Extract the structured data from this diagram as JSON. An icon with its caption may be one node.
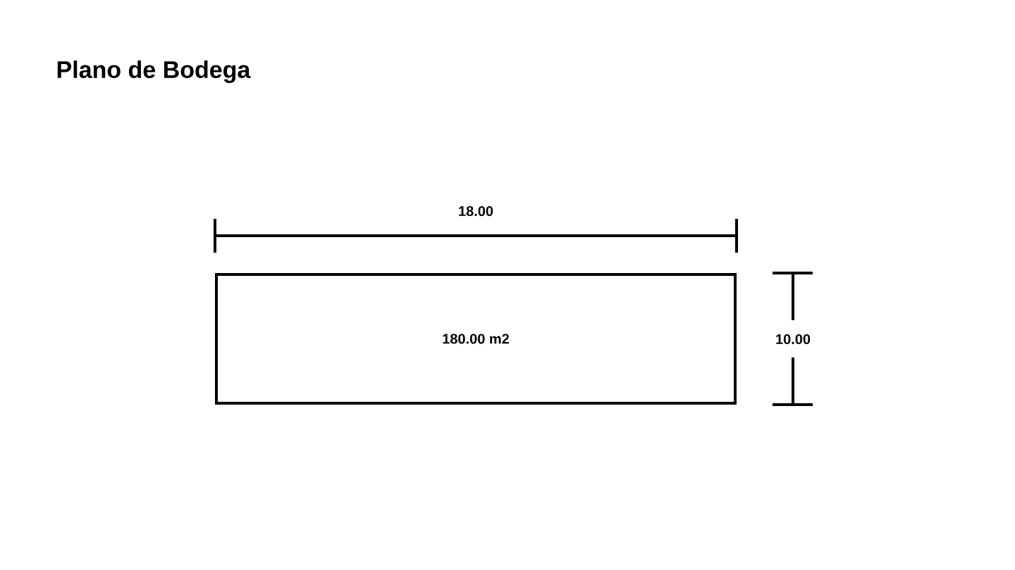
{
  "diagram": {
    "title": "Plano de Bodega",
    "nodes": [
      {
        "text": [
          "180.00 m2"
        ]
      }
    ],
    "labels": [
      "18.00",
      "10.00"
    ]
  }
}
